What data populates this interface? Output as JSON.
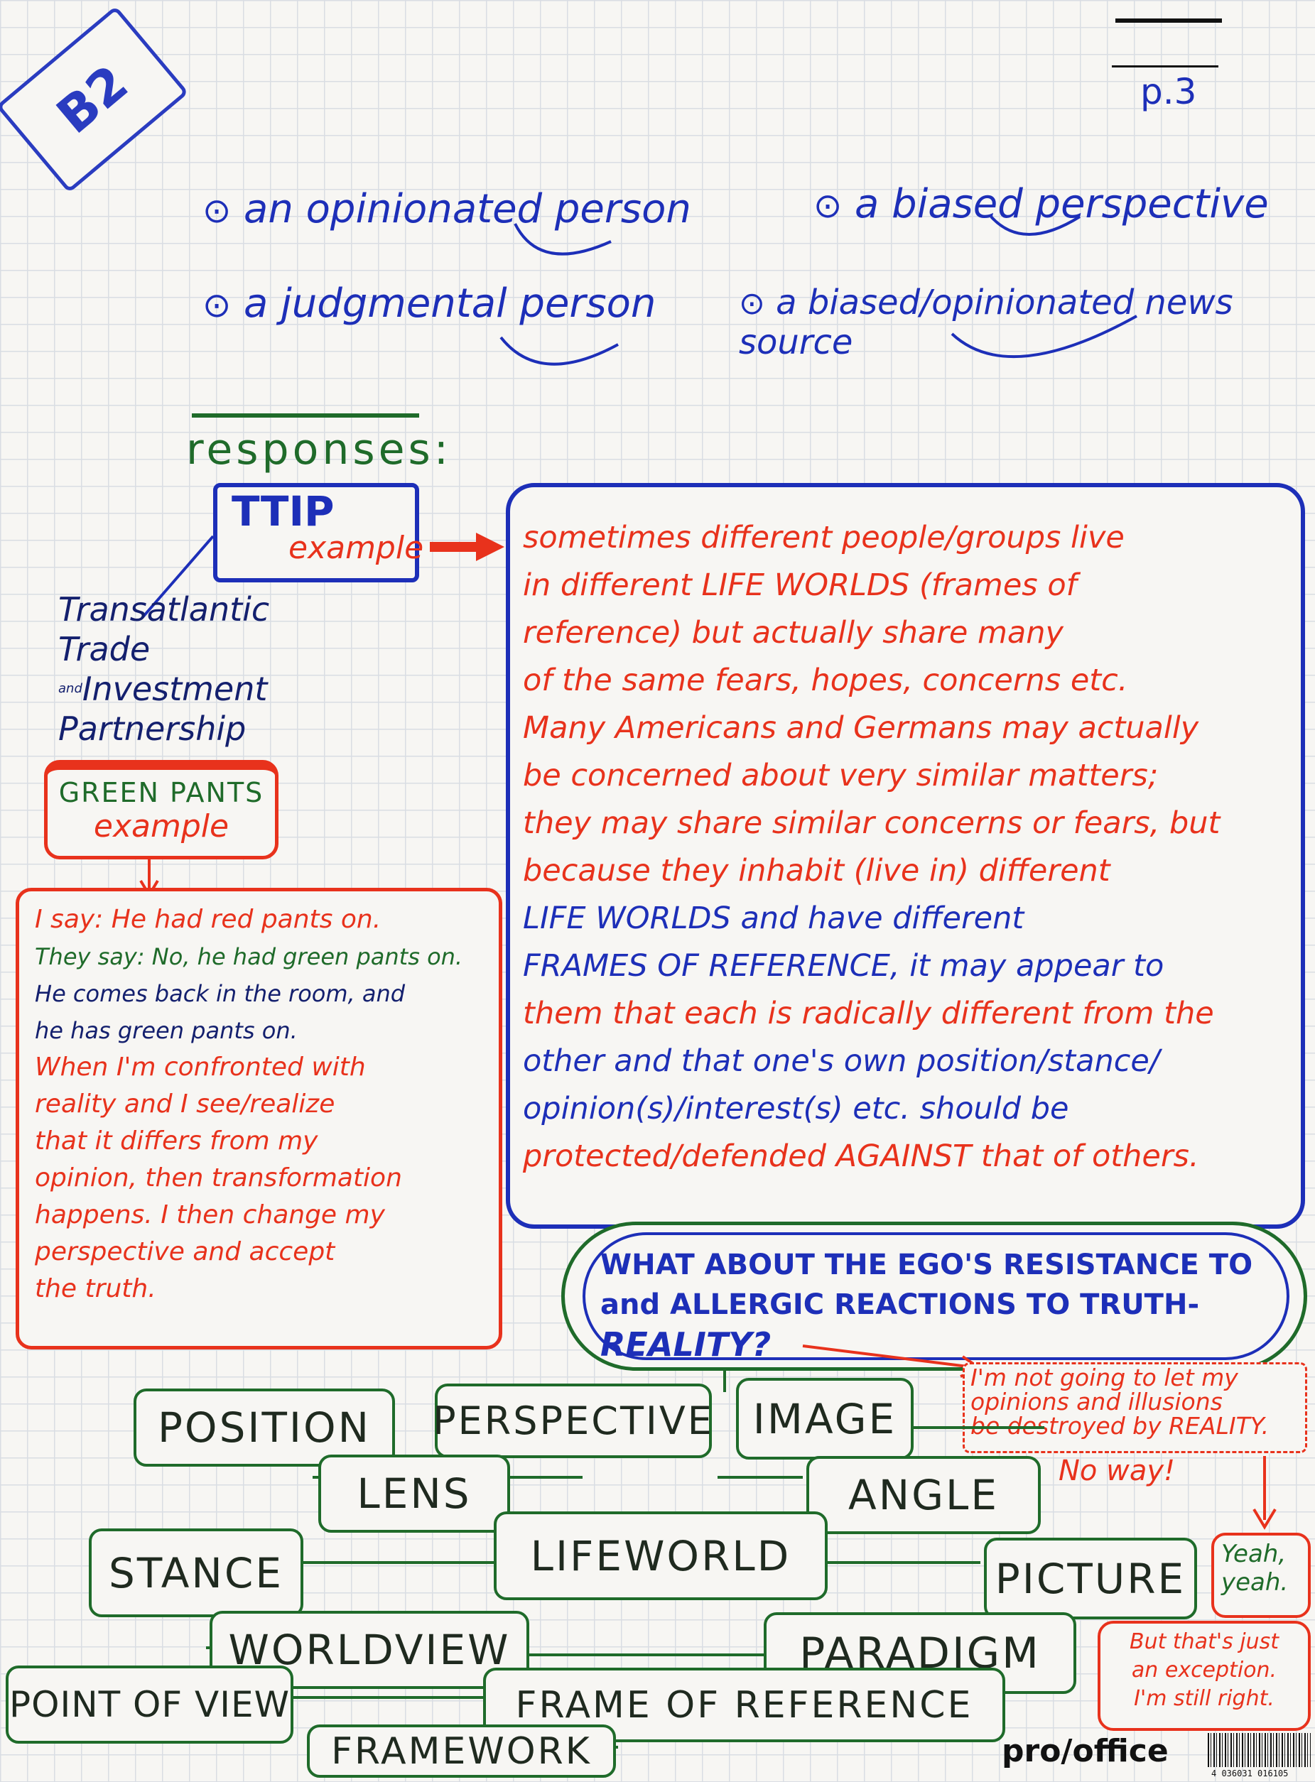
{
  "header": {
    "level_badge": "B2",
    "page_number": "p.3"
  },
  "phrases": [
    {
      "text": "an opinionated person"
    },
    {
      "text": "a biased perspective"
    },
    {
      "text": "a judgmental person"
    },
    {
      "text": "a biased/opinionated news source"
    }
  ],
  "responses": {
    "heading": "responses:",
    "ttip_title": "TTIP",
    "ttip_sub": "example",
    "ttip_expansion": [
      "Transatlantic",
      "Trade",
      "Investment",
      "Partnership"
    ],
    "ttip_and": "and"
  },
  "life_worlds_box": {
    "lines": [
      "sometimes different people/groups live",
      "in different LIFE WORLDS (frames of",
      "reference) but actually share many",
      "of the same fears, hopes, concerns etc.",
      "Many Americans and Germans may actually",
      "be concerned about very similar matters;",
      "they may share similar concerns or fears, but",
      "because they inhabit (live in) different",
      "LIFE WORLDS and have different",
      "FRAMES OF REFERENCE, it may appear to",
      "them that each is radically different from the",
      "other and that one's own position/stance/",
      "opinion(s)/interest(s) etc. should be",
      "protected/defended AGAINST that of others."
    ]
  },
  "green_pants": {
    "title": "GREEN PANTS",
    "sub": "example",
    "lines_red1": [
      "I say: He had red pants on."
    ],
    "lines_green": [
      "They say: No, he had green pants on."
    ],
    "lines_navy": [
      "He comes back in the room, and",
      "he has green pants on."
    ],
    "lines_red2": [
      "When I'm confronted with",
      "reality and I see/realize",
      "that it differs from my",
      "opinion, then transformation",
      "happens. I then change my",
      "perspective and accept",
      "the truth."
    ]
  },
  "ego_cloud": {
    "lines": [
      "WHAT ABOUT THE EGO'S RESISTANCE TO",
      "and ALLERGIC REACTIONS TO TRUTH-",
      "REALITY?"
    ]
  },
  "ego_reply": {
    "lines": [
      "I'm not going to let my",
      "opinions and illusions",
      "be destroyed by REALITY.",
      "No way!"
    ]
  },
  "yeah": {
    "lines": [
      "Yeah,",
      "yeah."
    ]
  },
  "exception": {
    "lines": [
      "But that's just",
      "an exception.",
      "I'm still right."
    ]
  },
  "terms": [
    "POSITION",
    "PERSPECTIVE",
    "IMAGE",
    "LENS",
    "ANGLE",
    "STANCE",
    "LIFEWORLD",
    "PICTURE",
    "WORLDVIEW",
    "PARADIGM",
    "POINT OF VIEW",
    "FRAME OF REFERENCE",
    "FRAMEWORK"
  ],
  "footer": {
    "brand": "pro/office",
    "barcode_number": "4 036031 016105"
  },
  "colors": {
    "blue_marker": "#1d2fb8",
    "red_marker": "#e8321c",
    "green_marker": "#1f6b2a",
    "navy_marker": "#14206e"
  }
}
